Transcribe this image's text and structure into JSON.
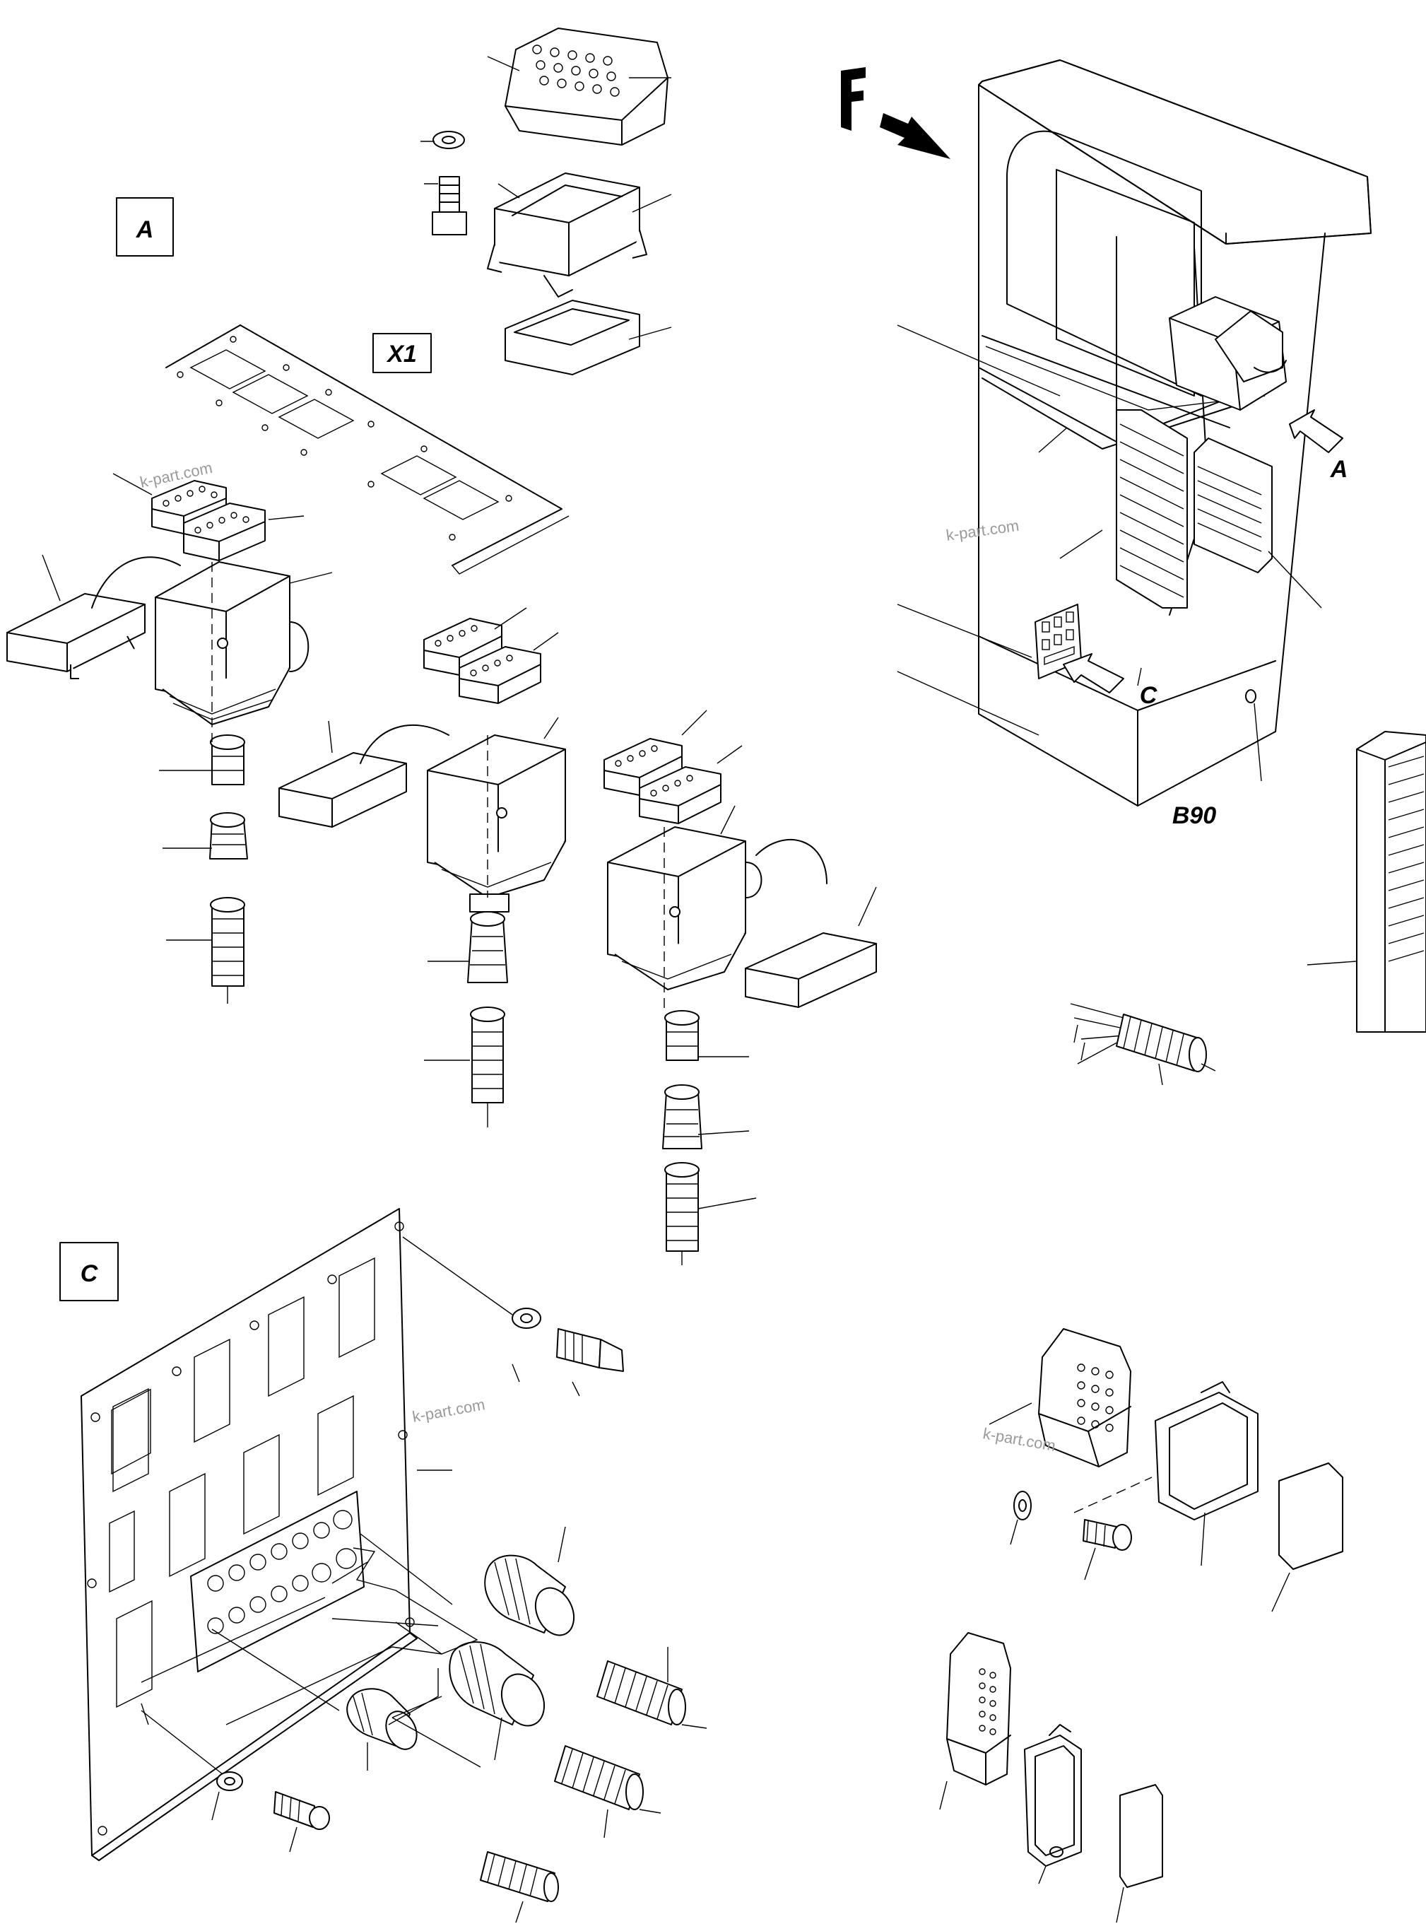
{
  "labels": {
    "detail_a_box": "A",
    "x1": "X1",
    "detail_c_box": "C",
    "f": "F",
    "arrow_a": "A",
    "arrow_c": "C",
    "b90": "B90"
  },
  "watermark": "k-part.com"
}
